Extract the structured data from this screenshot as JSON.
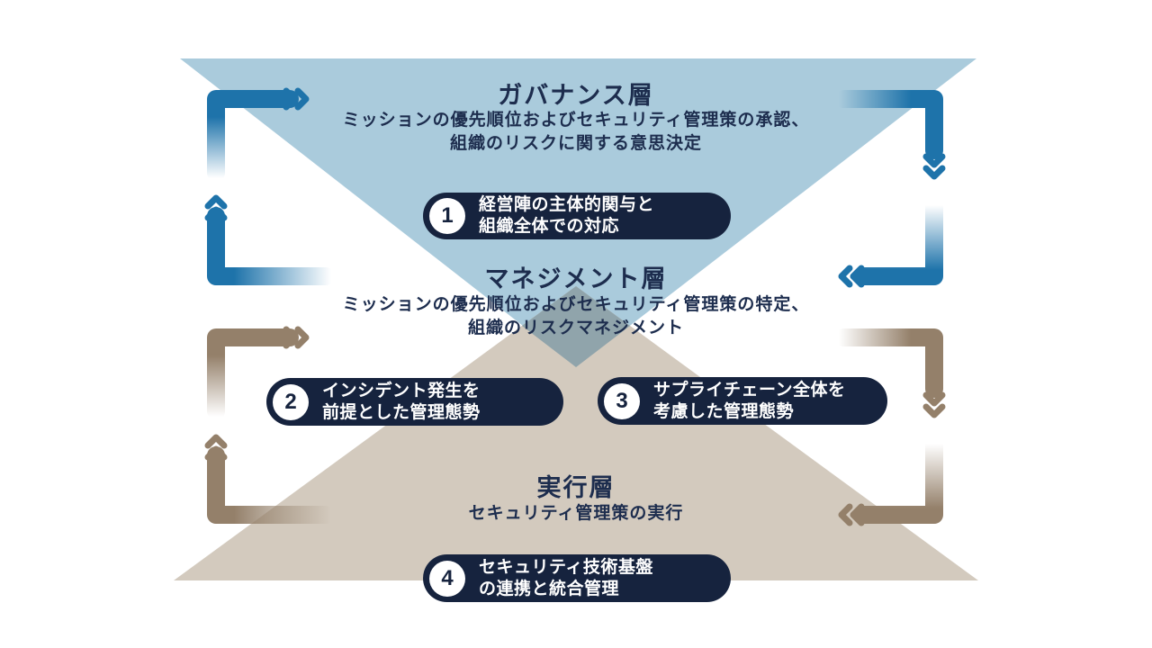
{
  "colors": {
    "governance_triangle": "#aacbdc",
    "execution_triangle": "#d3cabe",
    "overlap": "#90a4ab",
    "pill_bg": "#16233e",
    "text_navy": "#1d2d4e",
    "blue_arrow": "#1e73aa",
    "tan_arrow": "#94806a",
    "pill_text": "#ffffff"
  },
  "layers": [
    {
      "id": "governance",
      "title": "ガバナンス層",
      "description": [
        "ミッションの優先順位およびセキュリティ管理策の承認、",
        "組織のリスクに関する意思決定"
      ]
    },
    {
      "id": "management",
      "title": "マネジメント層",
      "description": [
        "ミッションの優先順位およびセキュリティ管理策の特定、",
        "組織のリスクマネジメント"
      ]
    },
    {
      "id": "execution",
      "title": "実行層",
      "description": [
        "セキュリティ管理策の実行"
      ]
    }
  ],
  "pills": [
    {
      "number": "1",
      "lines": [
        "経営陣の主体的関与と",
        "組織全体での対応"
      ]
    },
    {
      "number": "2",
      "lines": [
        "インシデント発生を",
        "前提とした管理態勢"
      ]
    },
    {
      "number": "3",
      "lines": [
        "サプライチェーン全体を",
        "考慮した管理態勢"
      ]
    },
    {
      "number": "4",
      "lines": [
        "セキュリティ技術基盤",
        "の連携と統合管理"
      ]
    }
  ]
}
